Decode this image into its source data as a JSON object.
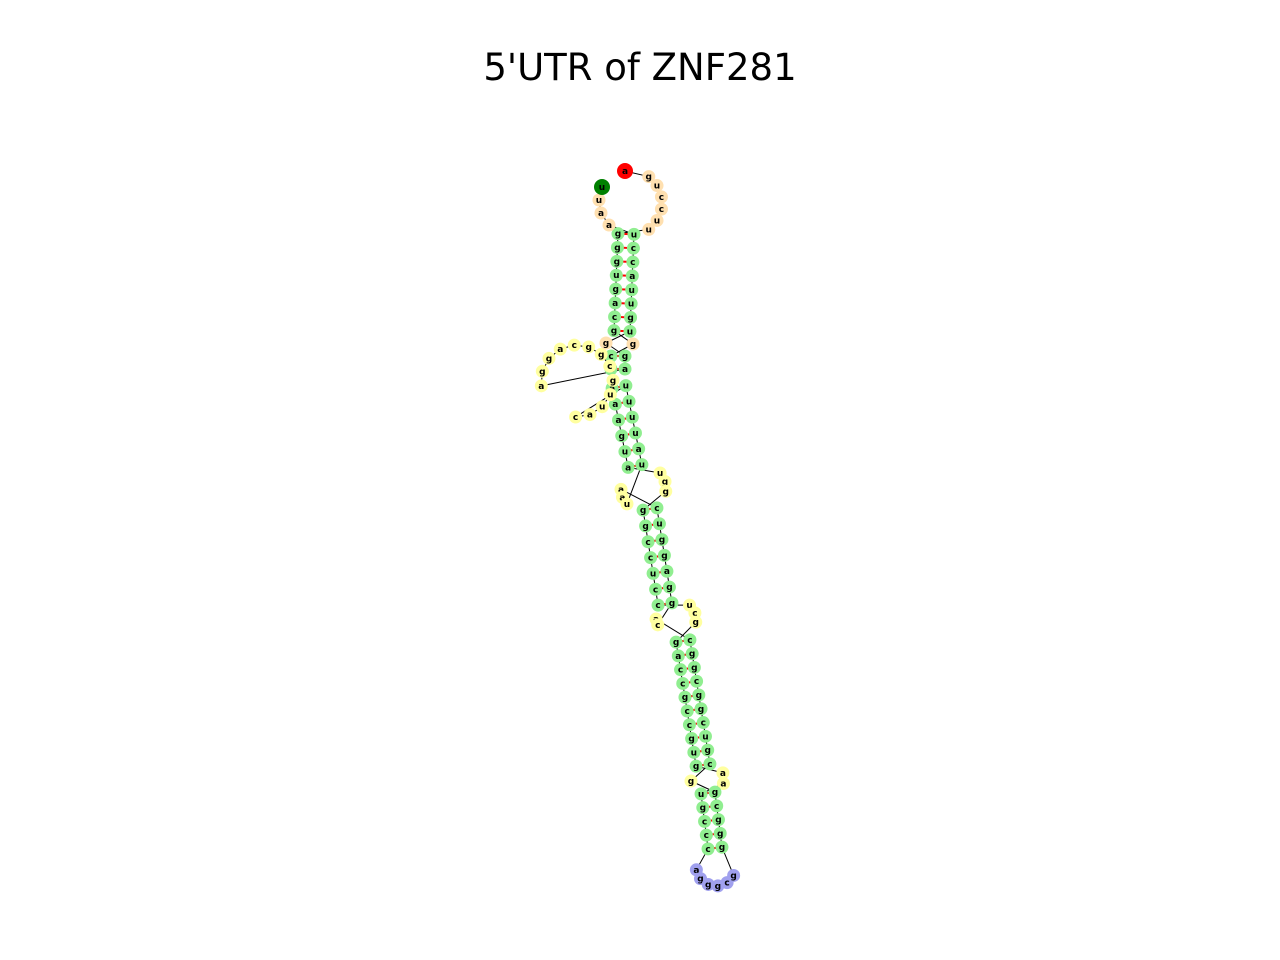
{
  "diagram": {
    "title": "5'UTR of ZNF281",
    "type": "rna-secondary-structure",
    "start_marker": "u",
    "end_marker": "a",
    "colors": {
      "five_prime_end": "#ff0000",
      "three_prime_end": "#008000",
      "exterior_loop": "#ffe0b0",
      "stem": "#90ee90",
      "interior_loop": "#ffffa0",
      "hairpin_loop": "#a0a0ee",
      "pair_line": "#ff0000",
      "backbone": "#000000"
    },
    "exterior_loop": [
      "a",
      "g",
      "u",
      "c",
      "c",
      "u",
      "u"
    ],
    "exterior_loop_left": [
      "u",
      "a",
      "a",
      "u"
    ],
    "stem_1": {
      "left": [
        "u",
        "c",
        "c",
        "a",
        "u",
        "u",
        "g",
        "u"
      ],
      "right": [
        "g",
        "g",
        "g",
        "u",
        "g",
        "a",
        "c",
        "g"
      ]
    },
    "junction_top": [
      "g",
      "g"
    ],
    "stem_2": {
      "left": [
        "g",
        "a"
      ],
      "right": [
        "c",
        "u"
      ]
    },
    "large_loop": [
      "a",
      "g",
      "g",
      "a",
      "c",
      "g",
      "g",
      "c",
      "g",
      "u",
      "u",
      "a",
      "c"
    ],
    "stem_3": {
      "left": [
        "u",
        "u",
        "u",
        "u",
        "a",
        "u"
      ],
      "right": [
        "a",
        "a",
        "a",
        "g",
        "u",
        "a"
      ]
    },
    "interior_loop_1": {
      "left": [
        "u",
        "a",
        "a"
      ],
      "right": [
        "u",
        "g",
        "g"
      ]
    },
    "stem_4": {
      "left": [
        "c",
        "u",
        "g",
        "g",
        "a",
        "g",
        "g"
      ],
      "right": [
        "g",
        "g",
        "c",
        "c",
        "u",
        "c",
        "c"
      ]
    },
    "interior_loop_2": {
      "left": [
        "c",
        "a"
      ],
      "right": [
        "u",
        "c",
        "g"
      ]
    },
    "stem_5": {
      "left": [
        "c",
        "g",
        "g",
        "c",
        "g",
        "g",
        "c",
        "u",
        "g",
        "c"
      ],
      "right": [
        "g",
        "a",
        "c",
        "c",
        "g",
        "c",
        "c",
        "g",
        "u",
        "g"
      ]
    },
    "interior_loop_3": {
      "left": [
        "g"
      ],
      "right": [
        "a",
        "a"
      ]
    },
    "stem_6": {
      "left": [
        "g",
        "c",
        "g",
        "g",
        "g"
      ],
      "right": [
        "u",
        "g",
        "c",
        "c",
        "c"
      ]
    },
    "hairpin_loop": [
      "g",
      "c",
      "g",
      "g",
      "g",
      "a"
    ]
  }
}
